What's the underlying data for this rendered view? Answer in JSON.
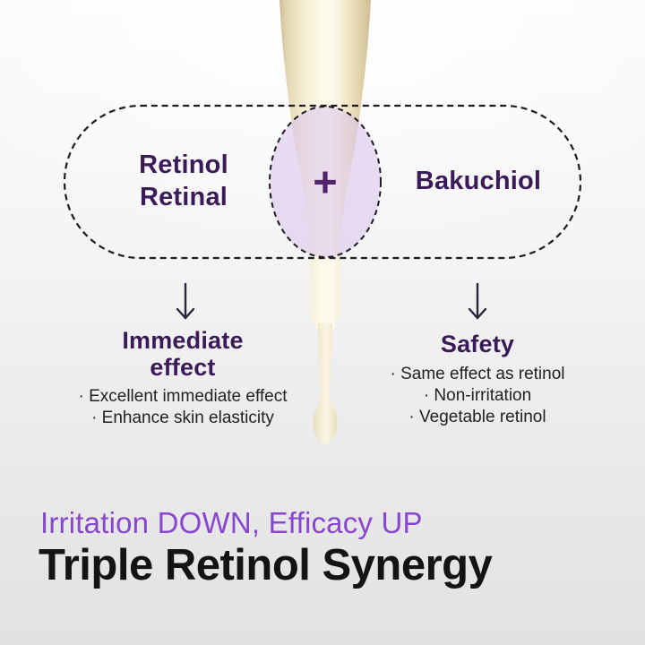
{
  "colors": {
    "heading_purple": "#3B1A58",
    "plus_purple": "#53246E",
    "accent_purple": "#8946CF",
    "body_text": "#222222",
    "title_black": "#141414",
    "dashed_outline": "#1E1B24",
    "venn_fill_lavender": "#D9C3EC",
    "dropper_cream": "#F4EDD2"
  },
  "venn": {
    "left_label": [
      "Retinol",
      "Retinal"
    ],
    "plus_symbol": "+",
    "right_label": "Bakuchiol"
  },
  "columns": {
    "left": {
      "heading": [
        "Immediate",
        "effect"
      ],
      "bullets": [
        "· Excellent immediate effect",
        "· Enhance skin elasticity"
      ]
    },
    "right": {
      "heading": "Safety",
      "bullets": [
        "· Same effect as retinol",
        "· Non-irritation",
        "· Vegetable retinol"
      ]
    }
  },
  "footer": {
    "tagline": "Irritation DOWN, Efficacy UP",
    "title": "Triple Retinol Synergy"
  },
  "icons": {
    "down_arrow": "↓",
    "plus": "+"
  }
}
